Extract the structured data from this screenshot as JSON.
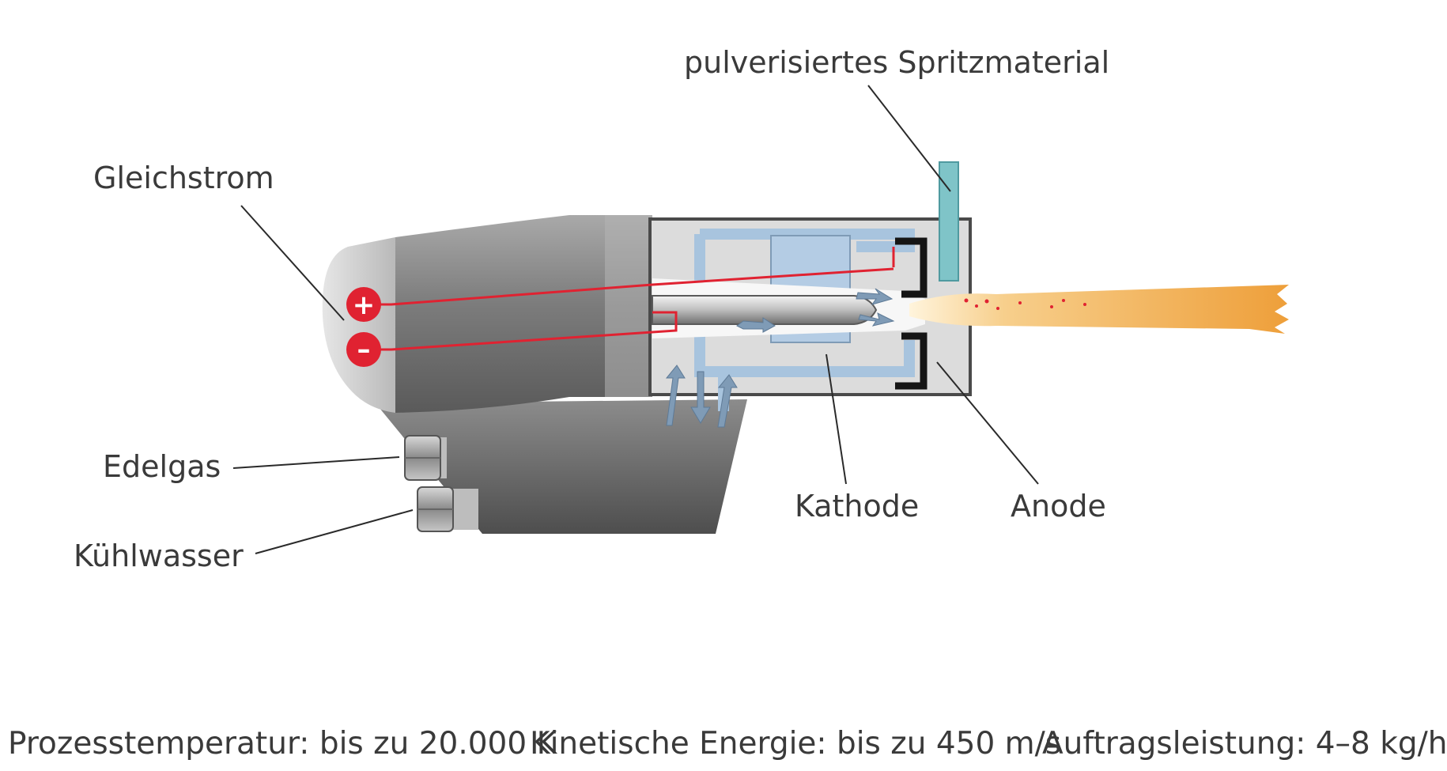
{
  "labels": {
    "powder": "pulverisiertes Spritzmaterial",
    "dc": "Gleichstrom",
    "noble_gas": "Edelgas",
    "cooling_water": "Kühlwasser",
    "cathode": "Kathode",
    "anode": "Anode",
    "plus": "+",
    "minus": "–"
  },
  "footer": {
    "temperature": "Prozesstemperatur: bis zu 20.000 K",
    "kinetic": "Kinetische Energie: bis zu 450 m/s",
    "deposition": "Auftragsleistung: 4–8 kg/h"
  },
  "colors": {
    "body_gray": "#8a8a8a",
    "chamber": "#dcdcdc",
    "cathode_blue": "#b4cce4",
    "powder_tube": "#7fc4c8",
    "flame": "#f0b25a",
    "red": "#e02231",
    "text": "#3a3a3a"
  }
}
